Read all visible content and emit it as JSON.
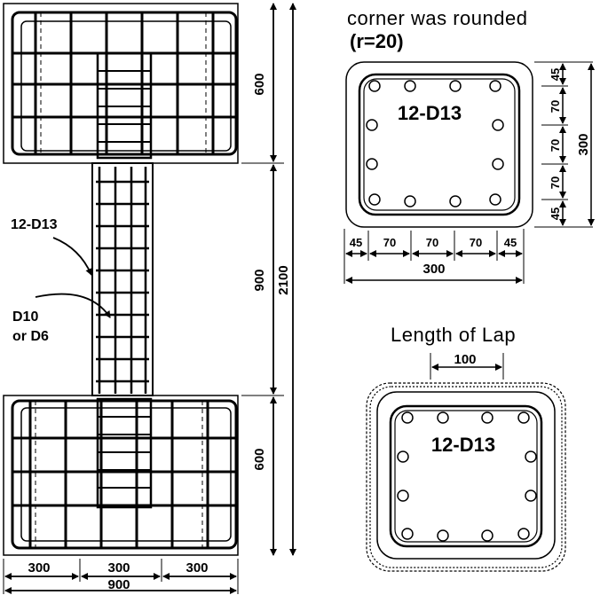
{
  "elevation": {
    "top_height": "600",
    "column_height": "900",
    "total_height": "2100",
    "bottom_height": "600",
    "width_parts": [
      "300",
      "300",
      "300"
    ],
    "total_width": "900",
    "label_main_rebar": "12-D13",
    "label_tie_line1": "D10",
    "label_tie_line2": "or D6"
  },
  "section_rounded": {
    "title_line1": "corner was rounded",
    "title_line2": "(r=20)",
    "rebar_label": "12-D13",
    "width_parts": [
      "45",
      "70",
      "70",
      "70",
      "45"
    ],
    "total_width": "300",
    "height_parts": [
      "45",
      "70",
      "70",
      "70",
      "45"
    ],
    "total_height": "300"
  },
  "section_lap": {
    "title": "Length of Lap",
    "lap_length": "100",
    "rebar_label": "12-D13"
  }
}
